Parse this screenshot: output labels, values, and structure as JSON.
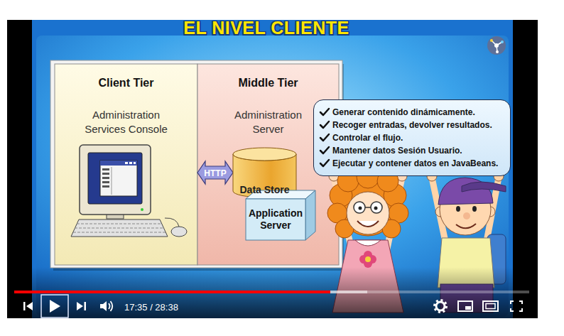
{
  "diagram": {
    "title": "EL NIVEL CLIENTE",
    "nodes": [
      {
        "text": [
          "Client Tier",
          "Administration Services Console"
        ]
      },
      {
        "text": [
          "Middle Tier",
          "Administration Server"
        ]
      },
      {
        "text": [
          "Data Store"
        ],
        "in": 1
      },
      {
        "text": [
          "Application Server"
        ],
        "in": 1
      },
      {
        "text": [
          "Generar contenido dinámicamente.",
          "Recoger entradas, devolver resultados.",
          "Controlar el flujo.",
          "Mantener datos Sesión Usuario.",
          "Ejecutar y contener datos en JavaBeans."
        ]
      }
    ],
    "edges": [
      {
        "from": 0,
        "to": 2,
        "arrow": "both",
        "label": "HTTP"
      }
    ],
    "labels": [
      "17:35 / 28:38"
    ]
  }
}
